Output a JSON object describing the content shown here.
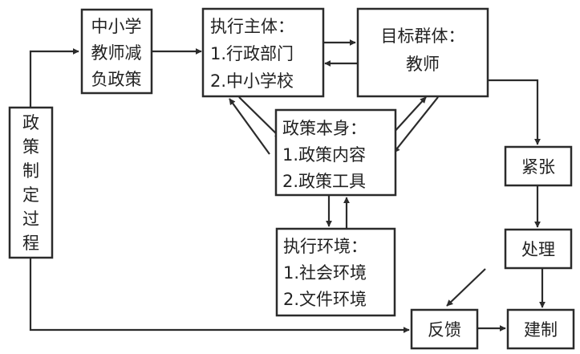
{
  "nodes": {
    "policy_title": {
      "lines": [
        "中小学",
        "教师减",
        "负政策"
      ]
    },
    "executors": {
      "lines": [
        "执行主体：",
        "1.行政部门",
        "2.中小学校"
      ]
    },
    "target_group": {
      "lines": [
        "目标群体：",
        "教师"
      ]
    },
    "policy_itself": {
      "lines": [
        "政策本身：",
        "1.政策内容",
        "2.政策工具"
      ]
    },
    "environment": {
      "lines": [
        "执行环境：",
        "1.社会环境",
        "2.文件环境"
      ]
    },
    "formulation": {
      "lines": [
        "政",
        "策",
        "制",
        "定",
        "过",
        "程"
      ]
    },
    "tension": {
      "lines": [
        "紧张"
      ]
    },
    "handling": {
      "lines": [
        "处理"
      ]
    },
    "feedback": {
      "lines": [
        "反馈"
      ]
    },
    "establish": {
      "lines": [
        "建制"
      ]
    }
  }
}
